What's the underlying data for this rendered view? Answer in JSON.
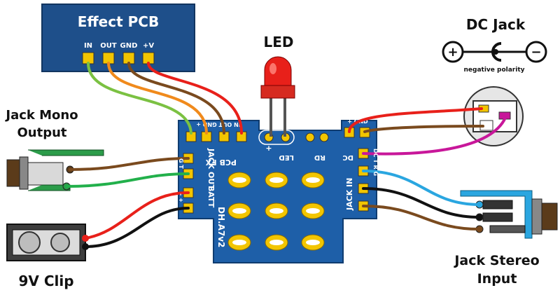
{
  "labels": {
    "effect_pcb": "Effect PCB",
    "led": "LED",
    "dc_jack": "DC Jack",
    "negative_polarity": "negative polarity",
    "jack_mono_line1": "Jack Mono",
    "jack_mono_line2": "Output",
    "clip_9v": "9V Clip",
    "jack_stereo_line1": "Jack Stereo",
    "jack_stereo_line2": "Input"
  },
  "effect_pcb_pins": [
    "IN",
    "OUT",
    "GND",
    "+V"
  ],
  "board": {
    "name": "DH.A7v2",
    "jack_out": "JACK OUT",
    "batt": "BATT",
    "jack_in": "JACK IN",
    "pcb_fx": "PCB FX",
    "led": "LED",
    "rd": "RD",
    "dc": "DC",
    "top_pins": "IN OUT GND +",
    "left_pins_top": "G T",
    "left_pins_bottom": "- +",
    "dc_pins": "+ GND",
    "right_pins": "DC T R G"
  },
  "dc_symbols": {
    "plus": "+",
    "minus": "−"
  },
  "led_marks": {
    "plus": "+"
  },
  "colors": {
    "pcb_blue": "#1e5fa8",
    "pad_gold": "#f2c500",
    "wire_green": "#7bc142",
    "wire_orange": "#f08a1c",
    "wire_brown": "#7a4a1e",
    "wire_red": "#e8201a",
    "wire_magenta": "#c8179a",
    "wire_cyan": "#2aa6e0",
    "wire_black": "#111111",
    "wire_bright_green": "#22b04b"
  }
}
